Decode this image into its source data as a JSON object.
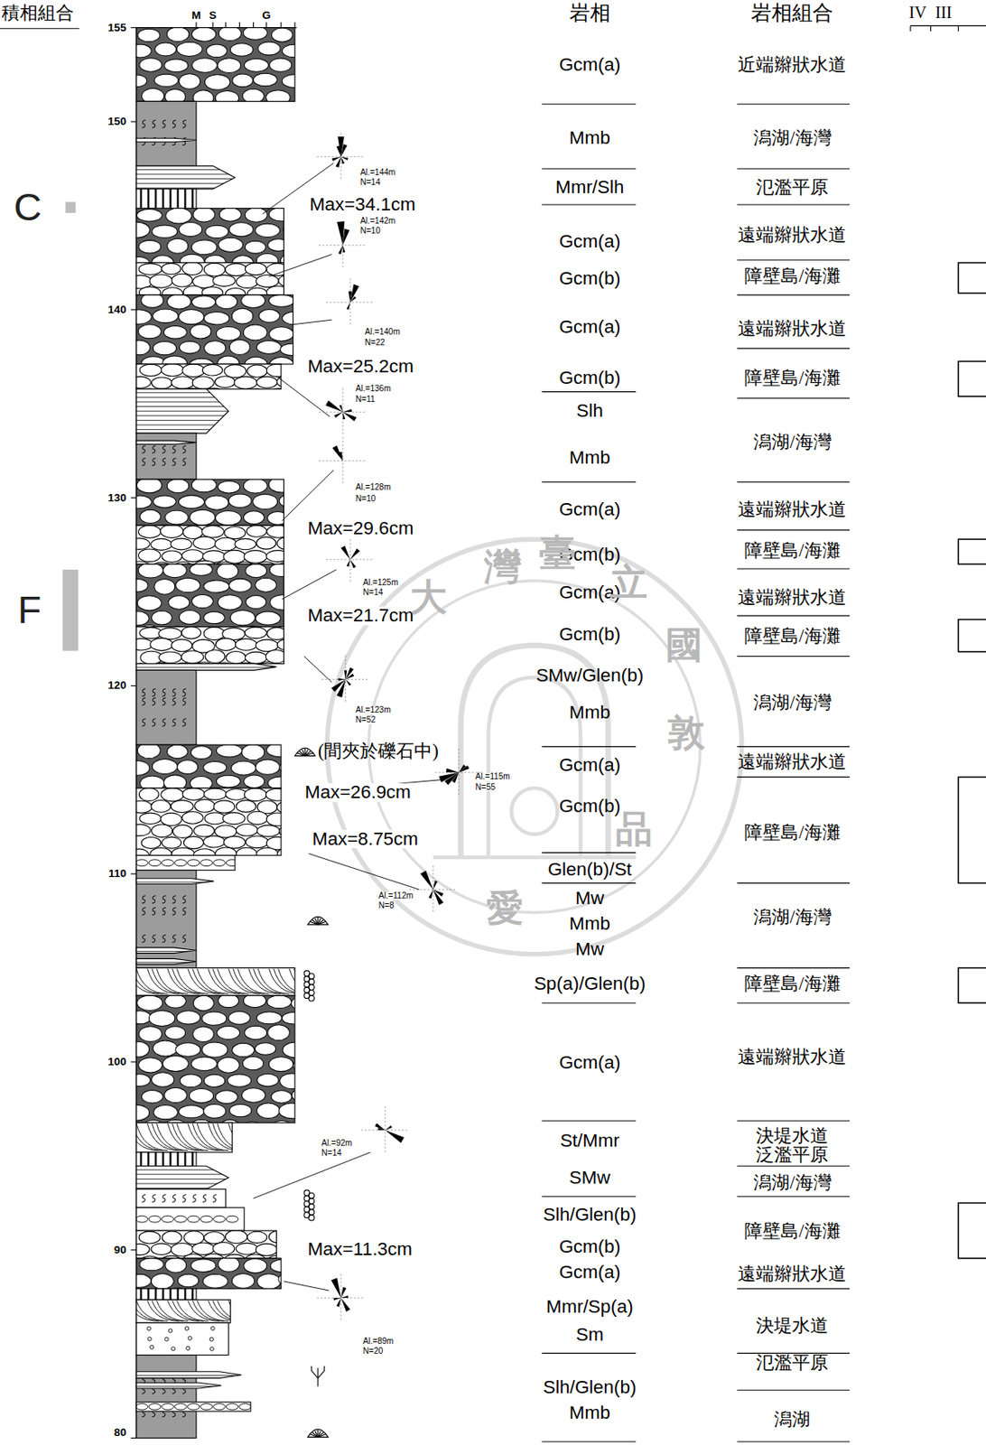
{
  "diagram": {
    "labels": [
      "積相組合",
      "M",
      "S",
      "G",
      "岩相",
      "岩相組合",
      "IV",
      "III",
      "155",
      "150",
      "140",
      "130",
      "120",
      "110",
      "100",
      "90",
      "80",
      "C",
      "F",
      "Al.=144m",
      "N=14",
      "Max=34.1cm",
      "Al.=142m",
      "N=10",
      "Al.=140m",
      "N=22",
      "Max=25.2cm",
      "Al.=136m",
      "N=11",
      "Al.=128m",
      "N=10",
      "Max=29.6cm",
      "Al.=125m",
      "N=14",
      "Max=21.7cm",
      "Al.=123m",
      "N=52",
      "(間夾於礫石中)",
      "Al.=115m",
      "N=55",
      "Max=26.9cm",
      "Max=8.75cm",
      "Al.=112m",
      "N=8",
      "Al.=92m",
      "N=14",
      "Max=11.3cm",
      "Al.=89m",
      "N=20",
      "Gcm(a)",
      "Mmb",
      "Mmr/Slh",
      "Gcm(a)",
      "Gcm(b)",
      "Gcm(a)",
      "Gcm(b)",
      "Slh",
      "Mmb",
      "Gcm(a)",
      "Gcm(b)",
      "Gcm(a)",
      "Gcm(b)",
      "SMw/Glen(b)",
      "Mmb",
      "Gcm(a)",
      "Gcm(b)",
      "Glen(b)/St",
      "Mw",
      "Mmb",
      "Mw",
      "Sp(a)/Glen(b)",
      "Gcm(a)",
      "St/Mmr",
      "SMw",
      "Slh/Glen(b)",
      "Gcm(b)",
      "Gcm(a)",
      "Mmr/Sp(a)",
      "Sm",
      "Slh/Glen(b)",
      "Mmb",
      "近端辮狀水道",
      "潟湖/海灣",
      "氾濫平原",
      "遠端辮狀水道",
      "障壁島/海灘",
      "遠端辮狀水道",
      "障壁島/海灘",
      "潟湖/海灣",
      "遠端辮狀水道",
      "障壁島/海灘",
      "遠端辮狀水道",
      "障壁島/海灘",
      "潟湖/海灣",
      "遠端辮狀水道",
      "障壁島/海灘",
      "潟湖/海灣",
      "障壁島/海灘",
      "遠端辮狀水道",
      "決堤水道",
      "泛濫平原",
      "潟湖/海灣",
      "障壁島/海灘",
      "遠端辮狀水道",
      "決堤水道",
      "氾濫平原",
      "潟湖",
      "大",
      "灣",
      "臺",
      "立",
      "國",
      "敦",
      "品",
      "愛"
    ]
  }
}
